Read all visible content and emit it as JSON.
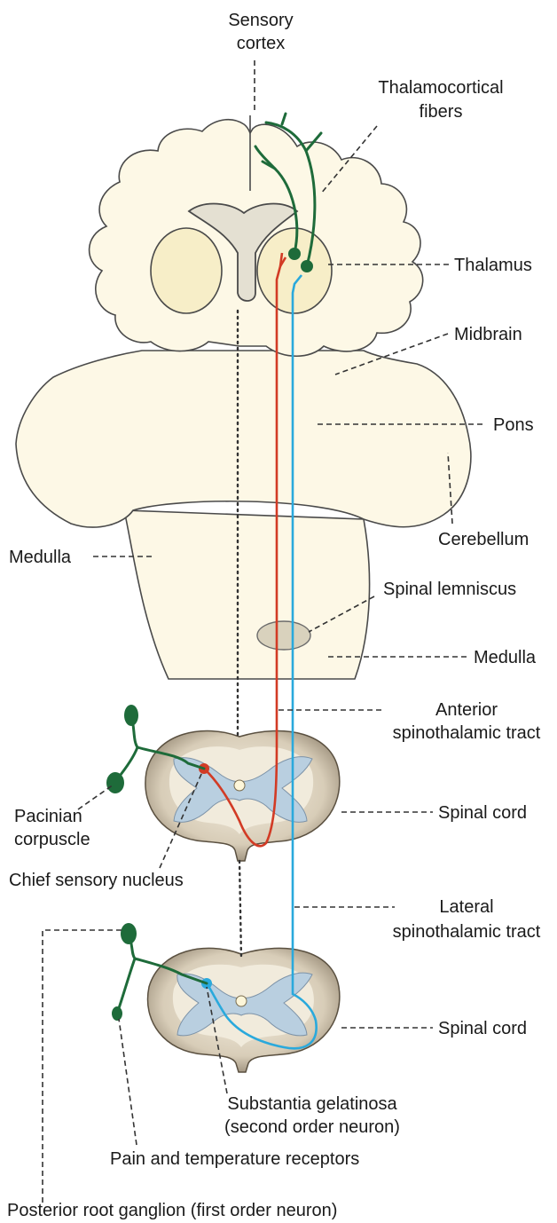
{
  "labels": {
    "sensory_cortex_1": "Sensory",
    "sensory_cortex_2": "cortex",
    "thalamocortical_1": "Thalamocortical",
    "thalamocortical_2": "fibers",
    "thalamus": "Thalamus",
    "midbrain": "Midbrain",
    "pons": "Pons",
    "cerebellum": "Cerebellum",
    "medulla_left": "Medulla",
    "spinal_lemniscus": "Spinal lemniscus",
    "medulla_right": "Medulla",
    "anterior_tract_1": "Anterior",
    "anterior_tract_2": "spinothalamic tract",
    "pacinian_1": "Pacinian",
    "pacinian_2": "corpuscle",
    "spinal_cord_upper": "Spinal cord",
    "chief_nucleus": "Chief sensory nucleus",
    "lateral_tract_1": "Lateral",
    "lateral_tract_2": "spinothalamic tract",
    "spinal_cord_lower": "Spinal cord",
    "substantia_1": "Substantia gelatinosa",
    "substantia_2": "(second order neuron)",
    "pain_receptors": "Pain and temperature receptors",
    "posterior_ganglion": "Posterior root ganglion (first order neuron)"
  },
  "colors": {
    "brain_fill": "#fdf8e6",
    "cord_gray_matter": "#b9cfe0",
    "neuron_green": "#1e6b3a",
    "anterior_red": "#d23b25",
    "lateral_blue": "#2aa9dc"
  }
}
